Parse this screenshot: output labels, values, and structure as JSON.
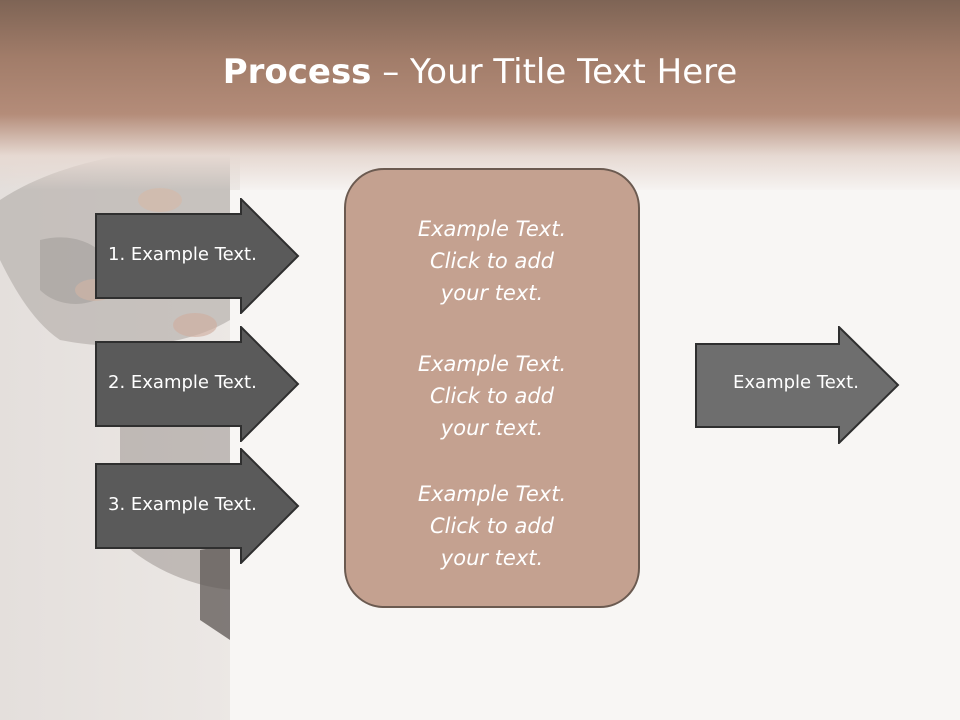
{
  "title": {
    "bold": "Process",
    "rest": " – Your Title Text Here"
  },
  "left_arrows": [
    {
      "label": "1. Example Text."
    },
    {
      "label": "2. Example Text."
    },
    {
      "label": "3. Example Text."
    }
  ],
  "center_box": {
    "blocks": [
      "Example Text.\nClick  to add\nyour text.",
      "Example Text.\nClick  to add\nyour text.",
      "Example Text.\nClick  to add\nyour text."
    ]
  },
  "right_arrow": {
    "label": "Example Text."
  },
  "colors": {
    "header": "#a17c69",
    "dark_arrow": "#5a5a5a",
    "mid_arrow": "#6e6e6e",
    "box_fill": "#c4a190",
    "box_border": "#6b5a50"
  }
}
